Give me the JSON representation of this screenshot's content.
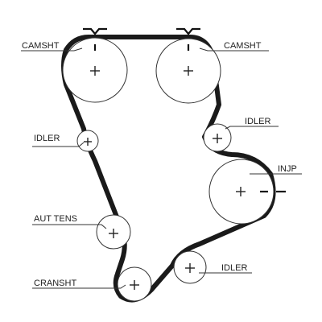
{
  "labels": {
    "camshaft_left": "CAMSHT",
    "camshaft_right": "CAMSHT",
    "idler_left": "IDLER",
    "idler_upper_right": "IDLER",
    "injection_pump": "INJP",
    "auto_tensioner": "AUT TENS",
    "crankshaft": "CRANSHT",
    "idler_lower": "IDLER"
  },
  "colors": {
    "belt": "#1a1a1a",
    "outline": "#333333",
    "background": "#ffffff"
  }
}
